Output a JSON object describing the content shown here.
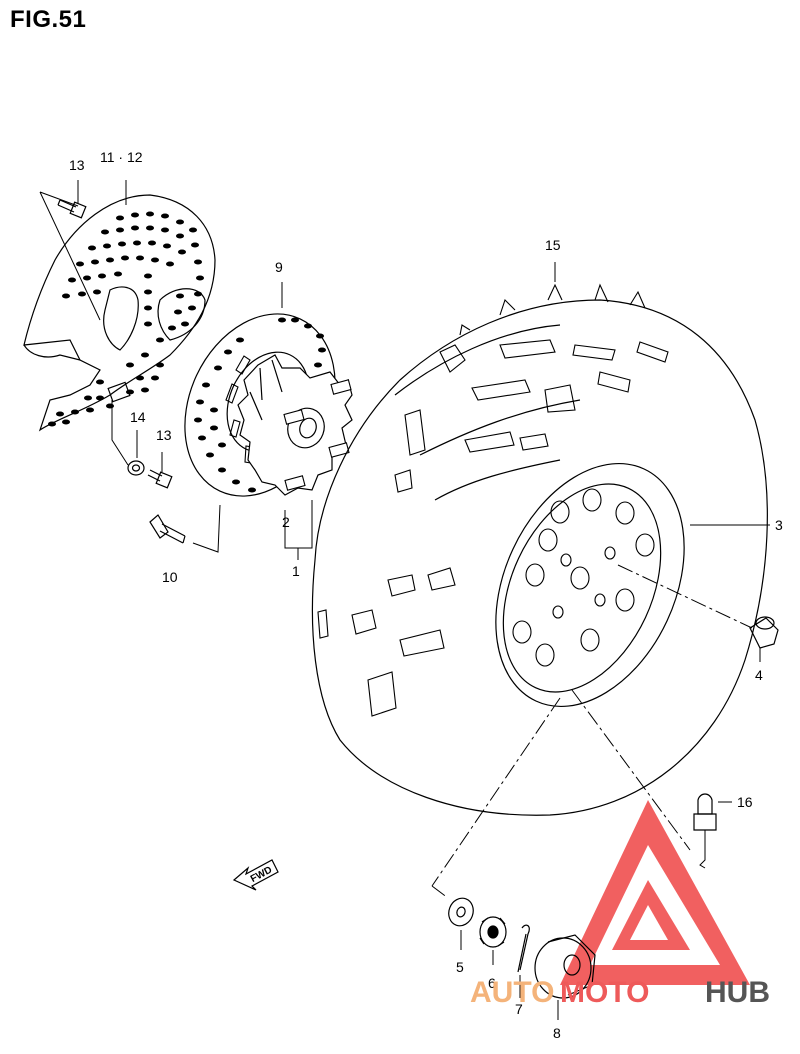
{
  "figure": {
    "title": "FIG.51"
  },
  "callouts": {
    "c1": "1",
    "c2": "2",
    "c3": "3",
    "c4": "4",
    "c5": "5",
    "c6": "6",
    "c7": "7",
    "c8": "8",
    "c9": "9",
    "c10": "10",
    "c11_12": "11 · 12",
    "c13a": "13",
    "c13b": "13",
    "c14": "14",
    "c15": "15",
    "c16": "16"
  },
  "direction_marker": {
    "label": "FWD"
  },
  "watermark": {
    "part1": "AUTO",
    "part2": "MOTO",
    "part3": "HUB",
    "colors": {
      "logo": "#ee4444",
      "auto": "#f4b37a",
      "moto": "#ee5a5a",
      "hub": "#555555"
    }
  }
}
